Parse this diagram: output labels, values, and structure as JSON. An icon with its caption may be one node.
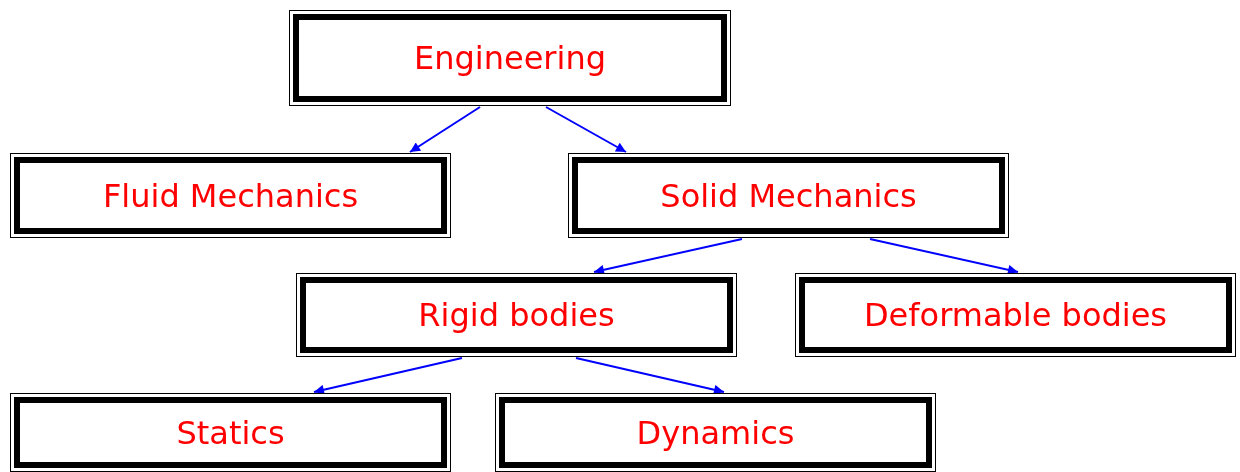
{
  "diagram": {
    "nodes": [
      {
        "text": [
          "Engineering"
        ]
      },
      {
        "text": [
          "Fluid Mechanics"
        ]
      },
      {
        "text": [
          "Solid Mechanics"
        ]
      },
      {
        "text": [
          "Rigid bodies"
        ]
      },
      {
        "text": [
          "Deformable bodies"
        ]
      },
      {
        "text": [
          "Statics"
        ]
      },
      {
        "text": [
          "Dynamics"
        ]
      }
    ],
    "edges": [
      {
        "from": 0,
        "to": 1,
        "arrow": "to"
      },
      {
        "from": 0,
        "to": 2,
        "arrow": "to"
      },
      {
        "from": 2,
        "to": 3,
        "arrow": "to"
      },
      {
        "from": 2,
        "to": 4,
        "arrow": "to"
      },
      {
        "from": 3,
        "to": 5,
        "arrow": "to"
      },
      {
        "from": 3,
        "to": 6,
        "arrow": "to"
      }
    ]
  }
}
